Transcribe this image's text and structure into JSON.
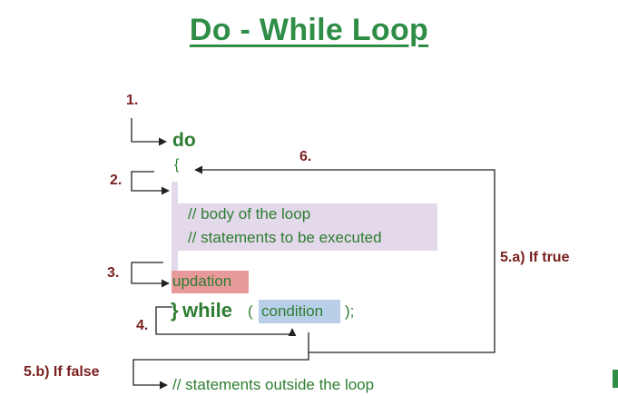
{
  "title": "Do - While Loop",
  "steps": {
    "s1": "1.",
    "s2": "2.",
    "s3": "3.",
    "s4": "4.",
    "s6": "6.",
    "s5a": "5.a) If true",
    "s5b": "5.b) If false"
  },
  "code": {
    "do": "do",
    "open_brace": "{",
    "body_comment": "// body of the loop",
    "statements_comment": "// statements to be executed",
    "updation": "updation",
    "close_brace": "}",
    "while_kw": "while",
    "paren_open": "(",
    "condition": "condition",
    "paren_close": ");",
    "outside_comment": "// statements outside the loop"
  },
  "colors": {
    "title": "#2f8d46",
    "code": "#2e7d32",
    "step": "#7b1f1f",
    "body_highlight": "#e3d9ea",
    "updation_highlight": "#e89a9a",
    "condition_highlight": "#b9cfe8"
  }
}
